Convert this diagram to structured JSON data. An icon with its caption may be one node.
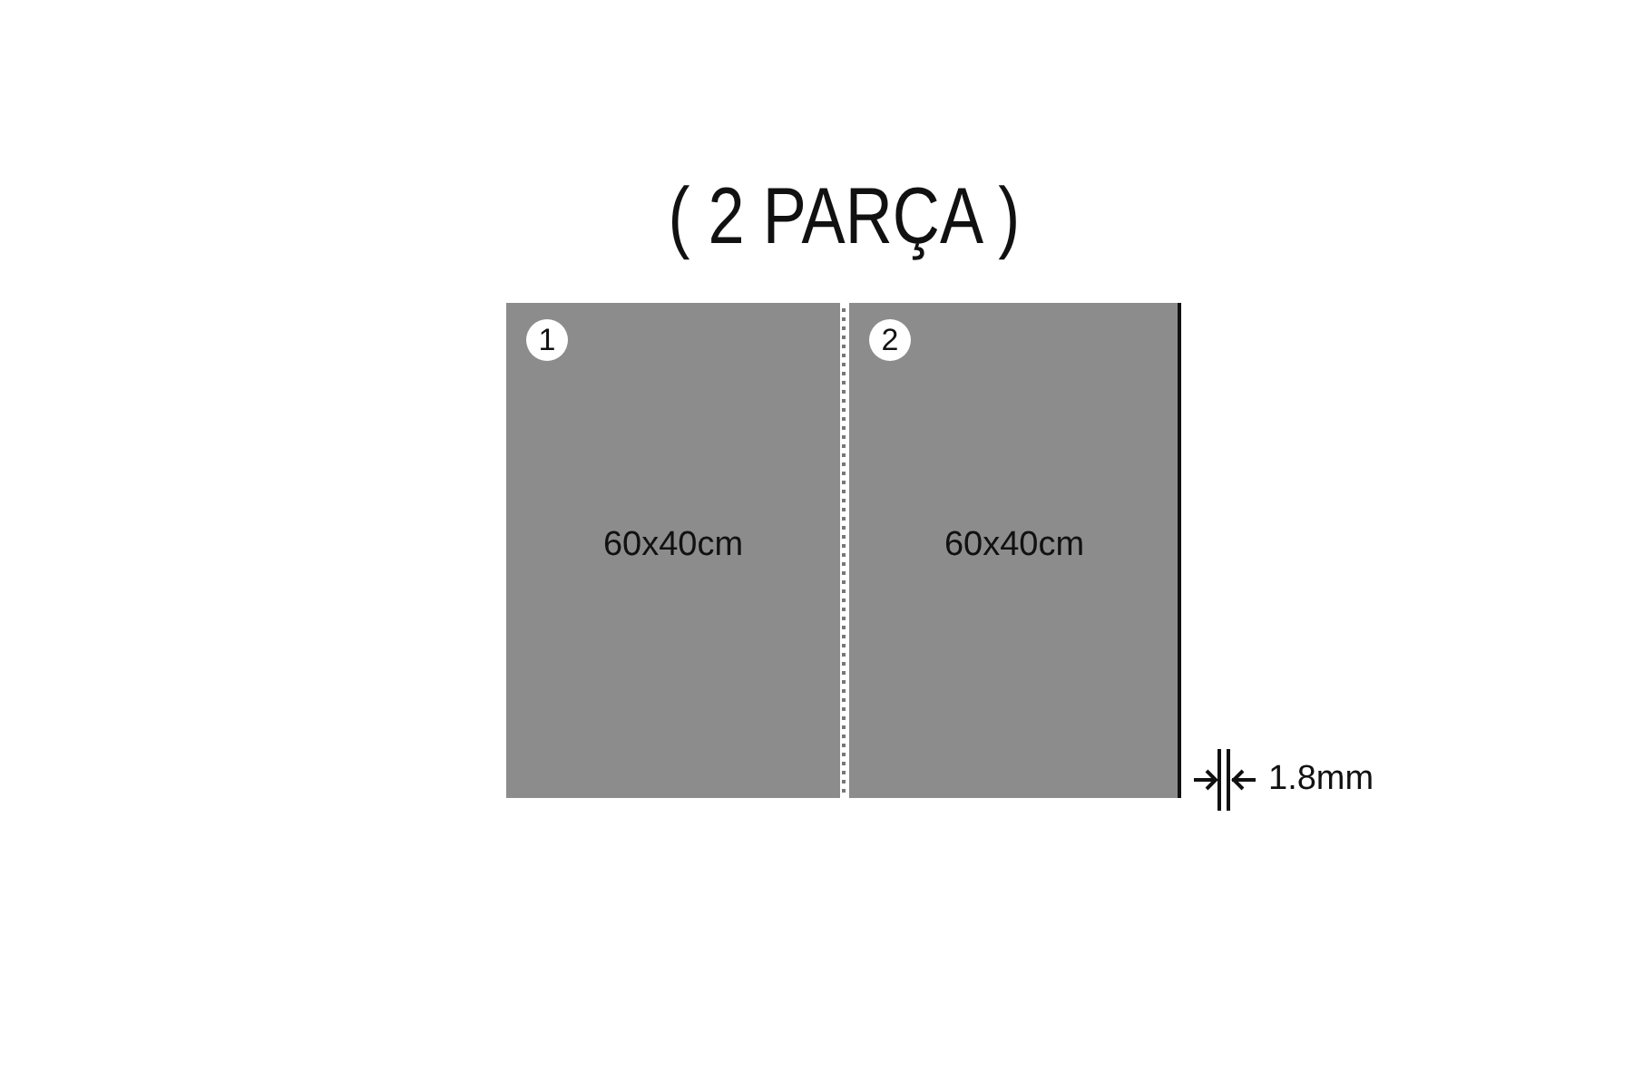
{
  "diagram": {
    "title": "( 2 PARÇA )",
    "nodes": [
      {
        "text": [
          "60x40cm"
        ]
      },
      {
        "text": [
          "1"
        ],
        "in": 0
      },
      {
        "text": [
          "60x40cm"
        ]
      },
      {
        "text": [
          "2"
        ],
        "in": 2
      }
    ],
    "labels": [
      "1.8mm"
    ]
  }
}
